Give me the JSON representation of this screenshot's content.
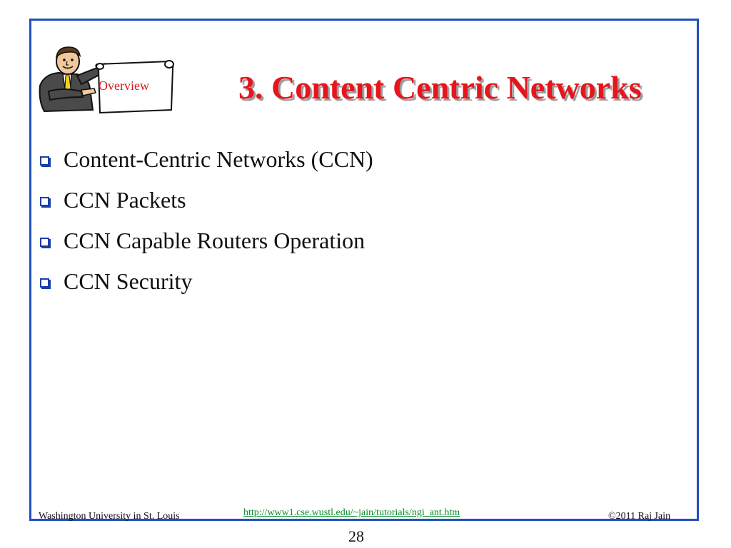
{
  "slide": {
    "title": "3. Content Centric Networks",
    "clipart_label": "Overview",
    "bullets": [
      "Content-Centric Networks (CCN)",
      "CCN Packets",
      "CCN Capable Routers Operation",
      "CCN Security"
    ]
  },
  "footer": {
    "institution": "Washington University in St. Louis",
    "url": "http://www1.cse.wustl.edu/~jain/tutorials/ngi_ant.htm",
    "copyright": "©2011 Raj Jain",
    "page_number": "28"
  },
  "colors": {
    "frame": "#1f4fbf",
    "title": "#e8141c",
    "link": "#0a8a2a",
    "bullet": "#1a3ea8"
  },
  "icons": {
    "clipart": "presenter-with-sign-icon",
    "bullet": "hollow-square-bullet-icon"
  }
}
